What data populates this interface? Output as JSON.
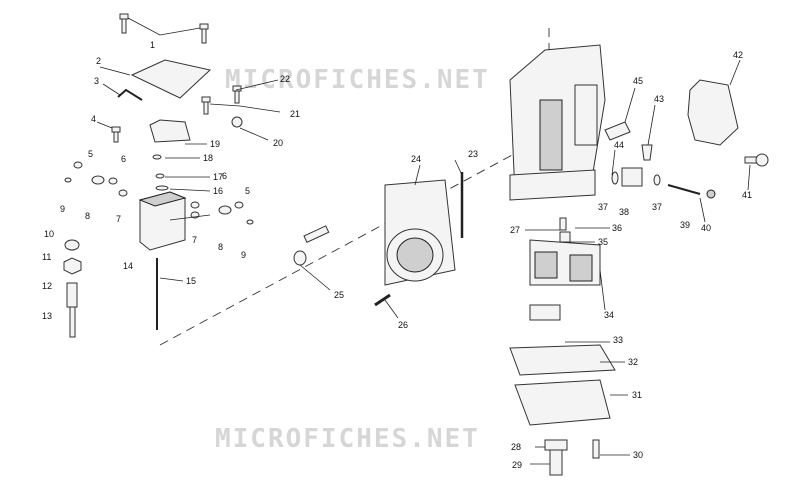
{
  "watermark": "MICROFICHES.NET",
  "colors": {
    "line": "#222222",
    "fill": "#f4f4f4",
    "shade": "#cfcfcf",
    "watermark": "#d6d6d6"
  },
  "callouts": [
    "1",
    "2",
    "3",
    "4",
    "5",
    "6",
    "7",
    "8",
    "9",
    "10",
    "11",
    "12",
    "13",
    "14",
    "15",
    "16",
    "17",
    "18",
    "19",
    "20",
    "21",
    "22",
    "23",
    "24",
    "25",
    "26",
    "27",
    "28",
    "29",
    "30",
    "31",
    "32",
    "33",
    "34",
    "35",
    "36",
    "37",
    "38",
    "39",
    "40",
    "41",
    "42",
    "43",
    "44",
    "45"
  ],
  "extra_callouts": {
    "5b": "5",
    "6b": "6",
    "7b": "7",
    "8b": "8",
    "9b": "9",
    "37b": "37"
  }
}
